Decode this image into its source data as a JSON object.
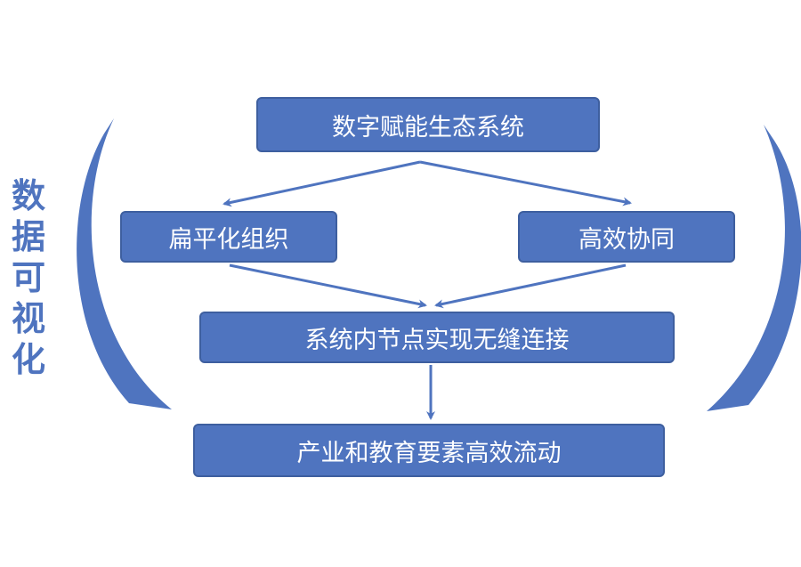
{
  "side_label": [
    "数",
    "据",
    "可",
    "视",
    "化"
  ],
  "boxes": {
    "top": "数字赋能生态系统",
    "left": "扁平化组织",
    "right": "高效协同",
    "middle": "系统内节点实现无缝连接",
    "bottom": "产业和教育要素高效流动"
  },
  "colors": {
    "box_fill": "#4f74bf",
    "box_border": "#3e5f9f",
    "text": "#ffffff",
    "arrow": "#4f74bf"
  }
}
